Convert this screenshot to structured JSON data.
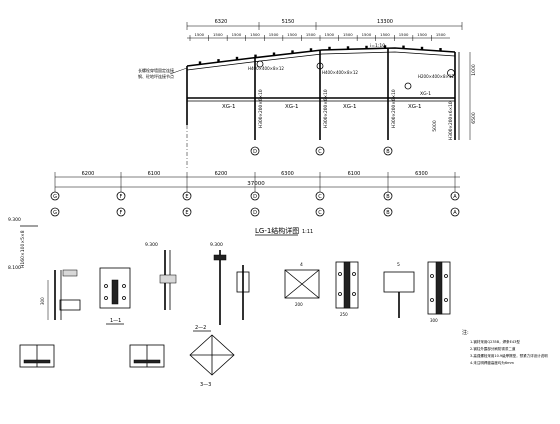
{
  "title": {
    "main": "LG-1结构详图",
    "scale": "1:11"
  },
  "roof": {
    "top_dims": [
      "6320",
      "5150",
      "13300"
    ],
    "sub_dims": [
      "1500",
      "1500",
      "1500",
      "1500",
      "1500",
      "1500",
      "1500",
      "1500",
      "1500",
      "1500",
      "1500",
      "1500",
      "1500",
      "1500"
    ],
    "slope_label": "i=1:10",
    "member_left": "H400×400×8×12",
    "member_mid": "H400×400×8×12",
    "member_right": "H200×400×8×12",
    "note_left": "长螺栓穿墙固定连接",
    "note_left2": "钢、砼地坪连接节点",
    "beam_labels": [
      "XG-1",
      "XG-1",
      "XG-1",
      "XG-1"
    ],
    "right_elev_top": "1000",
    "right_elev_mid": "6500",
    "right_elev_bot": "5000",
    "col_label_1": "H300×200×6×10",
    "col_label_2": "H300×200×6×10",
    "col_label_3": "H300×200×6×10",
    "col_label_right": "H300×200×6×10",
    "right_tag": "XG-1"
  },
  "grid": {
    "spans": [
      "6200",
      "6100",
      "6200",
      "6300",
      "6100",
      "6300"
    ],
    "total": "37000",
    "axes_top": [
      "G",
      "F",
      "E",
      "D",
      "C",
      "B",
      "A"
    ],
    "axes_bottom": [
      "G",
      "F",
      "E",
      "D",
      "C",
      "B",
      "A"
    ],
    "col_axes": [
      "D",
      "C",
      "B"
    ]
  },
  "details": {
    "left_col_label": "H160×100×5×8",
    "left_elev_top": "9.300",
    "left_elev_bot": "8.100",
    "left_dim": "300",
    "sec_1": "1—1",
    "sec_2": "2—2",
    "sec_3": "3—3",
    "detail_elev": "9.300",
    "detail_elev2": "9.300",
    "sec_4": "4",
    "sec_5": "5",
    "dim_200": "200",
    "dim_250": "250",
    "dim_300": "300"
  },
  "notes": {
    "heading": "注:",
    "lines": [
      "1.钢材采用Q235B，焊条E43型",
      "2.钢柱外露部分刷防锈漆二道",
      "3.高强螺栓采用10.9级摩擦型，预紧力详设计说明",
      "4.未注明焊缝高度均为6mm"
    ]
  }
}
